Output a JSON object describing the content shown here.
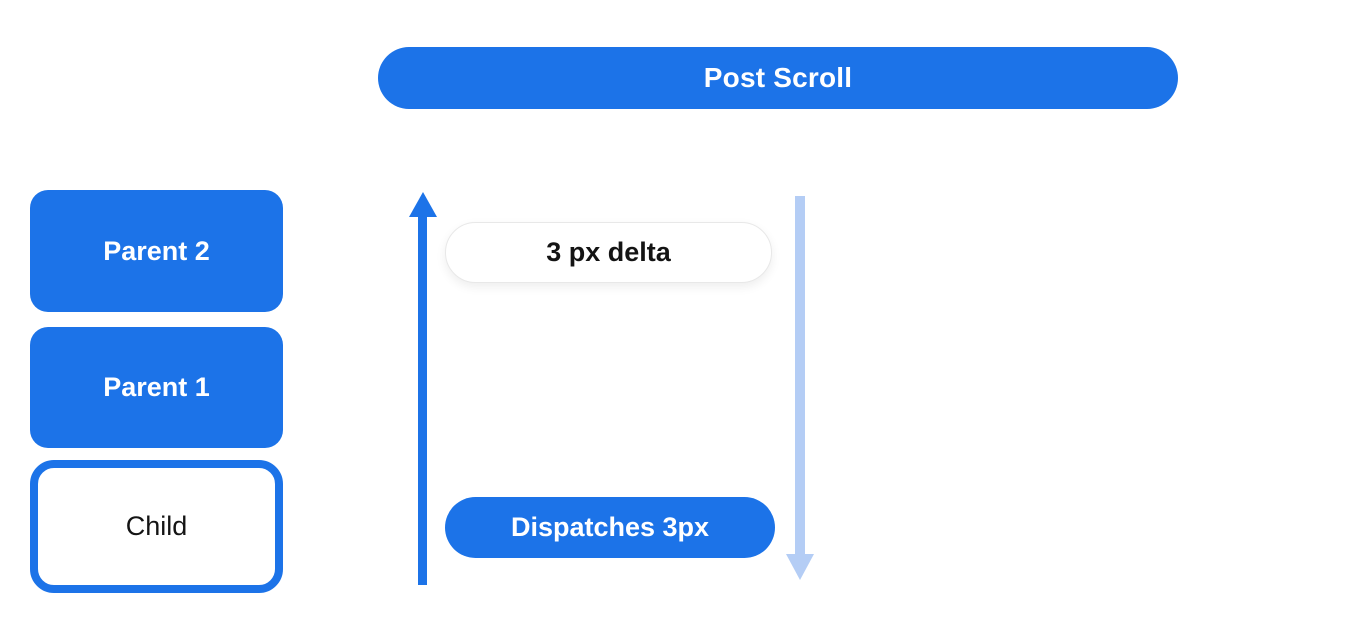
{
  "diagram": {
    "banner": {
      "label": "Post Scroll"
    },
    "nodes": [
      {
        "id": "parent-2",
        "label": "Parent 2",
        "style": "filled"
      },
      {
        "id": "parent-1",
        "label": "Parent 1",
        "style": "filled"
      },
      {
        "id": "child",
        "label": "Child",
        "style": "outlined"
      }
    ],
    "labels": {
      "delta": "3 px delta",
      "dispatch": "Dispatches 3px"
    },
    "arrows": [
      {
        "name": "up-arrow",
        "direction": "up",
        "color_key": "primary_blue"
      },
      {
        "name": "down-arrow",
        "direction": "down",
        "color_key": "light_blue"
      }
    ]
  },
  "colors": {
    "primary_blue": "#1C73E8",
    "light_blue": "#B4CDF5",
    "pill_border": "#E8E8E8",
    "text_dark": "#141414",
    "background": "#FFFFFF"
  }
}
